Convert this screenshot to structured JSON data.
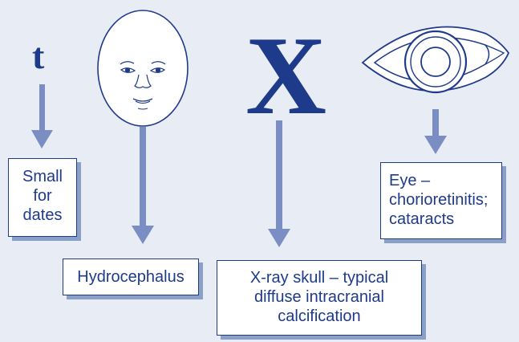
{
  "colors": {
    "background": "#e8ecf4",
    "ink": "#1e3a8a",
    "arrow": "#7b8ec4",
    "box_shadow": "#8aa0c8"
  },
  "symbols": {
    "time": "t",
    "xray": "X"
  },
  "icons": {
    "face": "face-icon",
    "eye": "eye-icon"
  },
  "labels": {
    "small_for_dates": [
      "Small",
      "for",
      "dates"
    ],
    "hydrocephalus": [
      "Hydrocephalus"
    ],
    "xray_skull": [
      "X-ray skull – typical",
      "diffuse intracranial",
      "calcification"
    ],
    "eye": [
      "Eye –",
      "chorioretinitis;",
      "cataracts"
    ]
  }
}
